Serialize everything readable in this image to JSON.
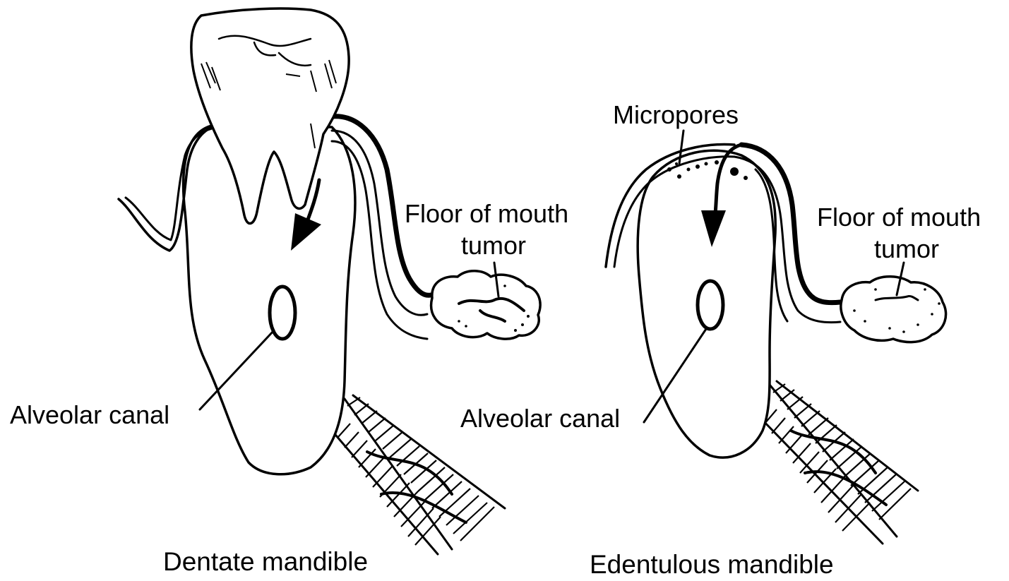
{
  "colors": {
    "ink": "#000000",
    "background": "#ffffff"
  },
  "left_panel": {
    "caption": "Dentate mandible",
    "label_tumor_line1": "Floor of mouth",
    "label_tumor_line2": "tumor",
    "label_canal": "Alveolar canal"
  },
  "right_panel": {
    "caption": "Edentulous mandible",
    "label_micropores": "Micropores",
    "label_tumor_line1": "Floor of mouth",
    "label_tumor_line2": "tumor",
    "label_canal": "Alveolar canal"
  }
}
